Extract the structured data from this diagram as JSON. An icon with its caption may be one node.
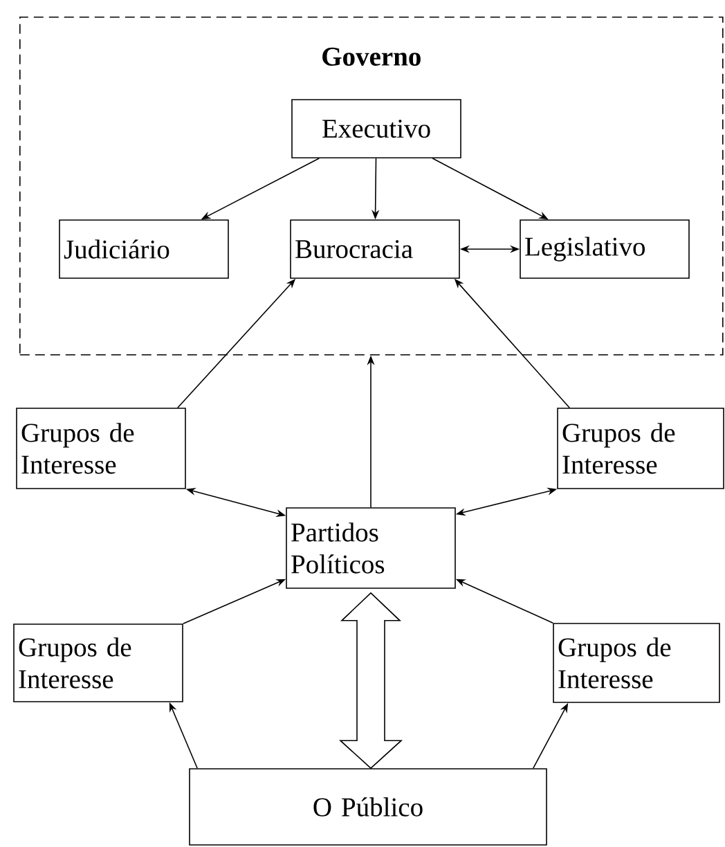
{
  "diagram": {
    "nodes": [
      {
        "text": [
          "Governo"
        ]
      },
      {
        "text": [
          "Executivo"
        ],
        "in": 0
      },
      {
        "text": [
          "Judiciário"
        ],
        "in": 0
      },
      {
        "text": [
          "Burocracia"
        ],
        "in": 0
      },
      {
        "text": [
          "Legislativo"
        ],
        "in": 0
      },
      {
        "text": [
          "Grupos de Interesse"
        ]
      },
      {
        "text": [
          "Grupos de Interesse"
        ]
      },
      {
        "text": [
          "Partidos Políticos"
        ]
      },
      {
        "text": [
          "Grupos de Interesse"
        ]
      },
      {
        "text": [
          "Grupos de Interesse"
        ]
      },
      {
        "text": [
          "O Público"
        ]
      }
    ],
    "edges": [
      {
        "from": 1,
        "to": 2,
        "arrow": "to"
      },
      {
        "from": 1,
        "to": 3,
        "arrow": "to"
      },
      {
        "from": 1,
        "to": 4,
        "arrow": "to"
      },
      {
        "from": 3,
        "to": 4,
        "arrow": "both"
      },
      {
        "from": 5,
        "to": 3,
        "arrow": "to"
      },
      {
        "from": 7,
        "to": 0,
        "arrow": "to"
      },
      {
        "from": 6,
        "to": 3,
        "arrow": "to"
      },
      {
        "from": 5,
        "to": 7,
        "arrow": "both"
      },
      {
        "from": 6,
        "to": 7,
        "arrow": "both"
      },
      {
        "from": 8,
        "to": 7,
        "arrow": "to"
      },
      {
        "from": 9,
        "to": 7,
        "arrow": "to"
      },
      {
        "from": 7,
        "to": 10,
        "arrow": "both",
        "style": "thick"
      },
      {
        "from": 10,
        "to": 8,
        "arrow": "to"
      },
      {
        "from": 10,
        "to": 9,
        "arrow": "to"
      }
    ]
  }
}
